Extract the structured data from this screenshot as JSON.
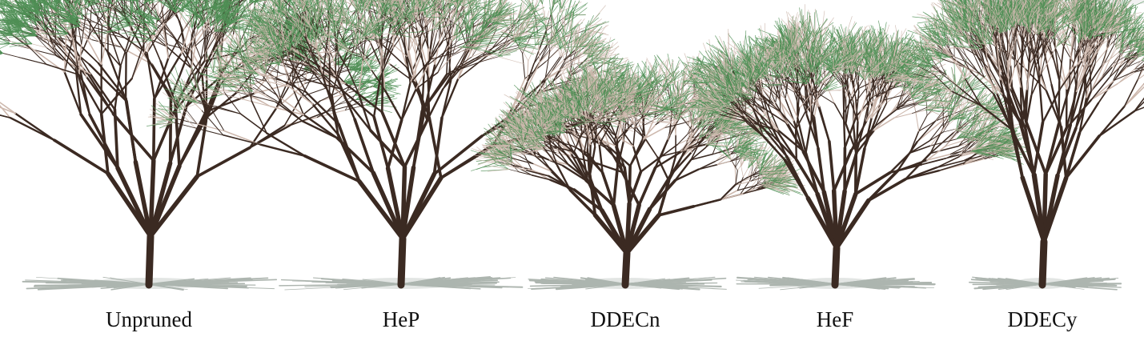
{
  "panels": [
    {
      "id": "unpruned",
      "label": "Unpruned",
      "foliage": 1.0
    },
    {
      "id": "hep",
      "label": "HeP",
      "foliage": 0.55
    },
    {
      "id": "ddecn",
      "label": "DDECn",
      "foliage": 0.45
    },
    {
      "id": "hef",
      "label": "HeF",
      "foliage": 0.6
    },
    {
      "id": "ddecy",
      "label": "DDECy",
      "foliage": 0.6
    }
  ],
  "colors": {
    "branch_dark": "#3b2a22",
    "branch_light": "#cdb8ad",
    "needle_green": "#4f8f55",
    "shadow": "#6b7a6f",
    "background": "#ffffff"
  }
}
